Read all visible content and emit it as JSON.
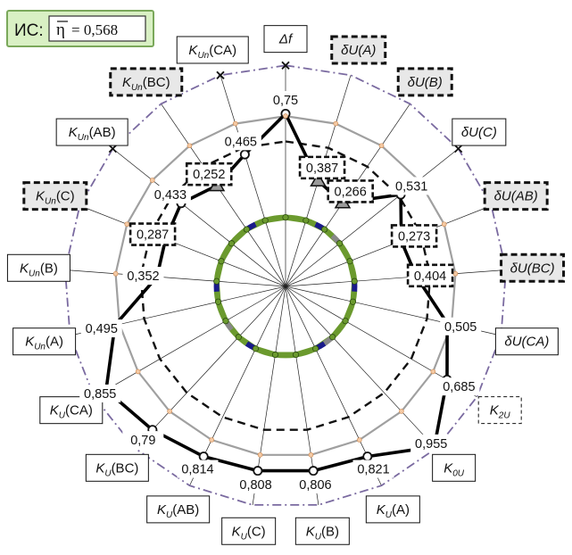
{
  "badge": {
    "prefix": "ИС:",
    "eta_symbol": "η",
    "value_text": "= 0,568"
  },
  "chart_data": {
    "type": "radar",
    "axes": [
      {
        "label": "Δf",
        "value_label": "0,75",
        "outer_marker": "cross",
        "label_box": "solid",
        "value_box": "none"
      },
      {
        "label": "δU(A)",
        "value_label": "0,387",
        "outer_marker": "triangle",
        "label_box": "dashed",
        "value_box": "dashed"
      },
      {
        "label": "δU(B)",
        "value_label": "0,266",
        "outer_marker": "triangle",
        "label_box": "dashed",
        "value_box": "dashed"
      },
      {
        "label": "δU(C)",
        "value_label": "0,531",
        "outer_marker": "cross",
        "label_box": "solid",
        "value_box": "none"
      },
      {
        "label": "δU(AB)",
        "value_label": "0,273",
        "outer_marker": "triangle",
        "label_box": "dashed",
        "value_box": "dashed"
      },
      {
        "label": "δU(BC)",
        "value_label": "0,404",
        "outer_marker": "triangle",
        "label_box": "dashed",
        "value_box": "dashed"
      },
      {
        "label": "δU(CA)",
        "value_label": "0,505",
        "outer_marker": "cross",
        "label_box": "solid",
        "value_box": "none"
      },
      {
        "label": "K2U",
        "value_label": "0,685",
        "outer_marker": "none",
        "label_box": "dashed-thin",
        "value_box": "none"
      },
      {
        "label": "K0U",
        "value_label": "0,955",
        "outer_marker": "none",
        "label_box": "solid",
        "value_box": "none"
      },
      {
        "label": "KU(A)",
        "value_label": "0,821",
        "outer_marker": "none",
        "label_box": "solid",
        "value_box": "none"
      },
      {
        "label": "KU(B)",
        "value_label": "0,806",
        "outer_marker": "none",
        "label_box": "solid",
        "value_box": "none"
      },
      {
        "label": "KU(C)",
        "value_label": "0,808",
        "outer_marker": "none",
        "label_box": "solid",
        "value_box": "none"
      },
      {
        "label": "KU(AB)",
        "value_label": "0,814",
        "outer_marker": "none",
        "label_box": "solid",
        "value_box": "none"
      },
      {
        "label": "KU(BC)",
        "value_label": "0,79",
        "outer_marker": "none",
        "label_box": "solid",
        "value_box": "none"
      },
      {
        "label": "KU(CA)",
        "value_label": "0,855",
        "outer_marker": "none",
        "label_box": "solid",
        "value_box": "none"
      },
      {
        "label": "KUn(A)",
        "value_label": "0,495",
        "outer_marker": "cross",
        "label_box": "solid",
        "value_box": "none"
      },
      {
        "label": "KUn(B)",
        "value_label": "0,352",
        "outer_marker": "cross",
        "label_box": "solid",
        "value_box": "none"
      },
      {
        "label": "KUn(C)",
        "value_label": "0,287",
        "outer_marker": "triangle",
        "label_box": "dashed",
        "value_box": "dashed"
      },
      {
        "label": "KUn(AB)",
        "value_label": "0,433",
        "outer_marker": "cross",
        "label_box": "solid",
        "value_box": "none"
      },
      {
        "label": "KUn(BC)",
        "value_label": "0,252",
        "outer_marker": "triangle",
        "label_box": "dashed",
        "value_box": "dashed"
      },
      {
        "label": "KUn(CA)",
        "value_label": "0,465",
        "outer_marker": "cross",
        "label_box": "solid",
        "value_box": "none"
      }
    ],
    "series": [
      {
        "style": "solid-black-thick",
        "color": "#000000",
        "values": [
          0.75,
          0.48,
          0.44,
          0.64,
          0.54,
          0.57,
          0.72,
          0.81,
          0.95,
          0.82,
          0.81,
          0.81,
          0.82,
          0.85,
          0.9,
          0.76,
          0.56,
          0.56,
          0.58,
          0.53,
          0.6
        ]
      },
      {
        "style": "solid-gray",
        "color": "#a0a0a0",
        "values": [
          0.74,
          0.74,
          0.74,
          0.74,
          0.74,
          0.74,
          0.74,
          0.74,
          0.74,
          0.74,
          0.74,
          0.74,
          0.74,
          0.74,
          0.74,
          0.74,
          0.74,
          0.74,
          0.74,
          0.74,
          0.74
        ]
      },
      {
        "style": "dashed-black",
        "color": "#111111",
        "values": [
          0.63,
          0.63,
          0.63,
          0.63,
          0.63,
          0.63,
          0.63,
          0.63,
          0.63,
          0.63,
          0.63,
          0.63,
          0.63,
          0.63,
          0.63,
          0.63,
          0.63,
          0.63,
          0.63,
          0.63,
          0.63
        ]
      },
      {
        "style": "dashdot-purple",
        "color": "#7a6aa0",
        "values": [
          0.96,
          0.96,
          0.96,
          0.96,
          0.96,
          0.96,
          0.96,
          0.96,
          0.96,
          0.96,
          0.96,
          0.96,
          0.96,
          0.96,
          0.96,
          0.96,
          0.96,
          0.96,
          0.96,
          0.96,
          0.96
        ]
      },
      {
        "style": "ring-green",
        "color": "#6b9a2e",
        "values": [
          0.3,
          0.3,
          0.3,
          0.3,
          0.3,
          0.3,
          0.3,
          0.3,
          0.3,
          0.3,
          0.3,
          0.3,
          0.3,
          0.3,
          0.3,
          0.3,
          0.3,
          0.3,
          0.3,
          0.3,
          0.3
        ]
      }
    ],
    "inner_ring_colors": [
      "#6b9a2e",
      "#1a1a8a",
      "#888888"
    ],
    "colors": {
      "badge_bg": "#d9f0c4",
      "badge_border": "#7aa85a",
      "label_box_fill": "#e8e8e8"
    }
  }
}
